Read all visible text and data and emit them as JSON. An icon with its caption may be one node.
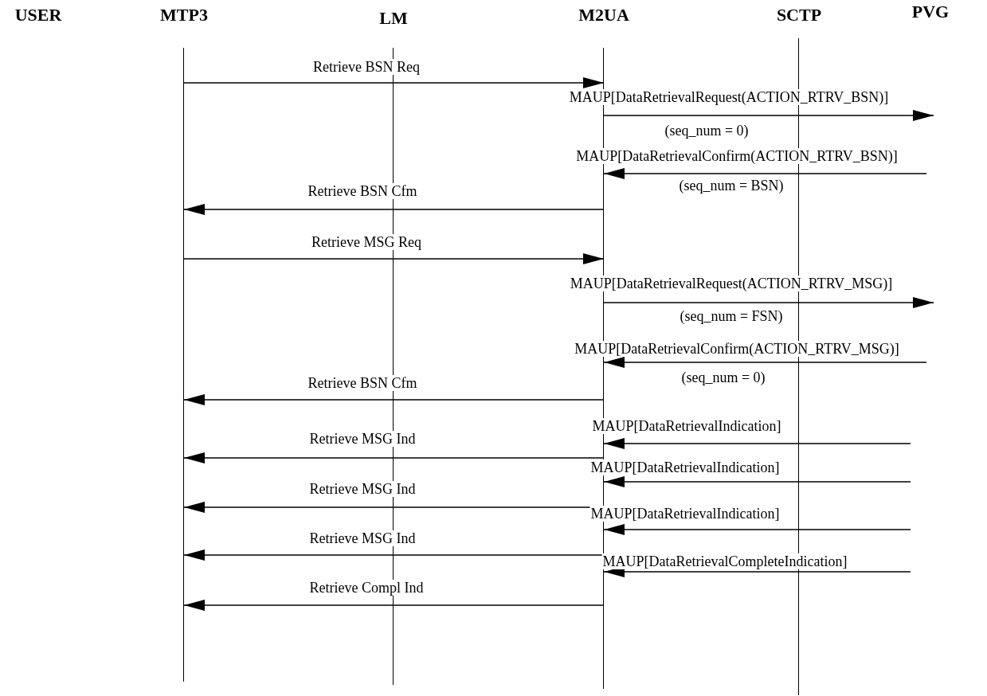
{
  "diagram": {
    "nodes": [
      {
        "text": [
          "USER"
        ]
      },
      {
        "text": [
          "MTP3"
        ]
      },
      {
        "text": [
          "LM"
        ]
      },
      {
        "text": [
          "M2UA"
        ]
      },
      {
        "text": [
          "SCTP"
        ]
      },
      {
        "text": [
          "PVG"
        ]
      }
    ],
    "edges": [
      {
        "from": 1,
        "to": 3,
        "arrow": "to",
        "label": "Retrieve BSN Req"
      },
      {
        "from": 3,
        "to": null,
        "arrow": "to",
        "label": "MAUP[DataRetrievalRequest(ACTION_RTRV_BSN)]"
      },
      {
        "from": null,
        "to": 3,
        "arrow": "to",
        "label": "MAUP[DataRetrievalConfirm(ACTION_RTRV_BSN)]"
      },
      {
        "from": 3,
        "to": 1,
        "arrow": "to",
        "label": "Retrieve BSN Cfm"
      },
      {
        "from": 1,
        "to": 3,
        "arrow": "to",
        "label": "Retrieve MSG Req"
      },
      {
        "from": 3,
        "to": null,
        "arrow": "to",
        "label": "MAUP[DataRetrievalRequest(ACTION_RTRV_MSG)]"
      },
      {
        "from": null,
        "to": 3,
        "arrow": "to",
        "label": "MAUP[DataRetrievalConfirm(ACTION_RTRV_MSG)]"
      },
      {
        "from": 3,
        "to": 1,
        "arrow": "to",
        "label": "Retrieve BSN Cfm"
      },
      {
        "from": null,
        "to": 3,
        "arrow": "to",
        "label": "MAUP[DataRetrievalIndication]"
      },
      {
        "from": 3,
        "to": 1,
        "arrow": "to",
        "label": "Retrieve MSG Ind"
      },
      {
        "from": null,
        "to": 3,
        "arrow": "to",
        "label": "MAUP[DataRetrievalIndication]"
      },
      {
        "from": 3,
        "to": 1,
        "arrow": "to",
        "label": "Retrieve MSG Ind"
      },
      {
        "from": null,
        "to": 3,
        "arrow": "to",
        "label": "MAUP[DataRetrievalIndication]"
      },
      {
        "from": 3,
        "to": 1,
        "arrow": "to",
        "label": "Retrieve MSG Ind"
      },
      {
        "from": null,
        "to": 3,
        "arrow": "to",
        "label": "MAUP[DataRetrievalCompleteIndication]"
      },
      {
        "from": 3,
        "to": 1,
        "arrow": "to",
        "label": "Retrieve Compl Ind"
      }
    ],
    "labels": [
      "(seq_num = 0)",
      "(seq_num = BSN)",
      "(seq_num = FSN)",
      "(seq_num = 0)"
    ]
  }
}
